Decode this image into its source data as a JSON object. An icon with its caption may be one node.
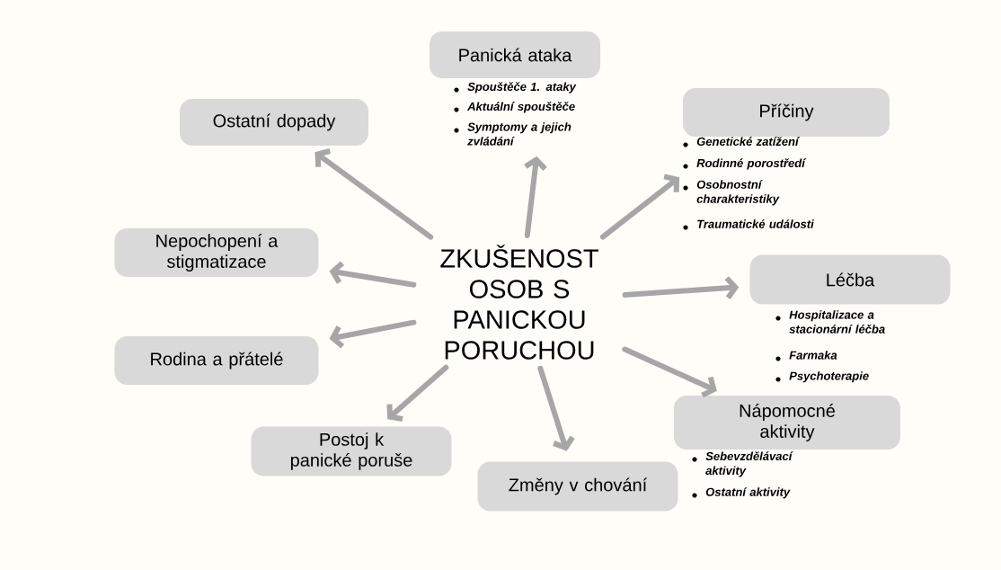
{
  "diagram": {
    "nodes": [
      {
        "text": [
          "ZKUŠENOST OSOB S PANICKOU PORUCHOU"
        ]
      },
      {
        "text": [
          "Panická ataka"
        ],
        "beside": [
          "Spouštěče 1. ataky",
          "Aktuální spouštěče",
          "Symptomy a jejich zvládání"
        ]
      },
      {
        "text": [
          "Ostatní dopady"
        ]
      },
      {
        "text": [
          "Příčiny"
        ],
        "beside": [
          "Genetické zatížení",
          "Rodinné porostředí",
          "Osobnostní charakteristiky",
          "Traumatické události"
        ]
      },
      {
        "text": [
          "Nepochopení a stigmatizace"
        ]
      },
      {
        "text": [
          "Léčba"
        ],
        "beside": [
          "Hospitalizace a stacionární léčba",
          "Farmaka",
          "Psychoterapie"
        ]
      },
      {
        "text": [
          "Rodina a přátelé"
        ]
      },
      {
        "text": [
          "Nápomocné aktivity"
        ],
        "beside": [
          "Sebevzdělávací aktivity",
          "Ostatní aktivity"
        ]
      },
      {
        "text": [
          "Postoj k panické poruše"
        ]
      },
      {
        "text": [
          "Změny v chování"
        ]
      }
    ],
    "edges": [
      {
        "from": 0,
        "to": 1,
        "arrow": "to"
      },
      {
        "from": 0,
        "to": 2,
        "arrow": "to"
      },
      {
        "from": 0,
        "to": 3,
        "arrow": "to"
      },
      {
        "from": 0,
        "to": 4,
        "arrow": "to"
      },
      {
        "from": 0,
        "to": 5,
        "arrow": "to"
      },
      {
        "from": 0,
        "to": 6,
        "arrow": "to"
      },
      {
        "from": 0,
        "to": 7,
        "arrow": "to"
      },
      {
        "from": 0,
        "to": 8,
        "arrow": "to"
      },
      {
        "from": 0,
        "to": 9,
        "arrow": "to"
      }
    ]
  }
}
